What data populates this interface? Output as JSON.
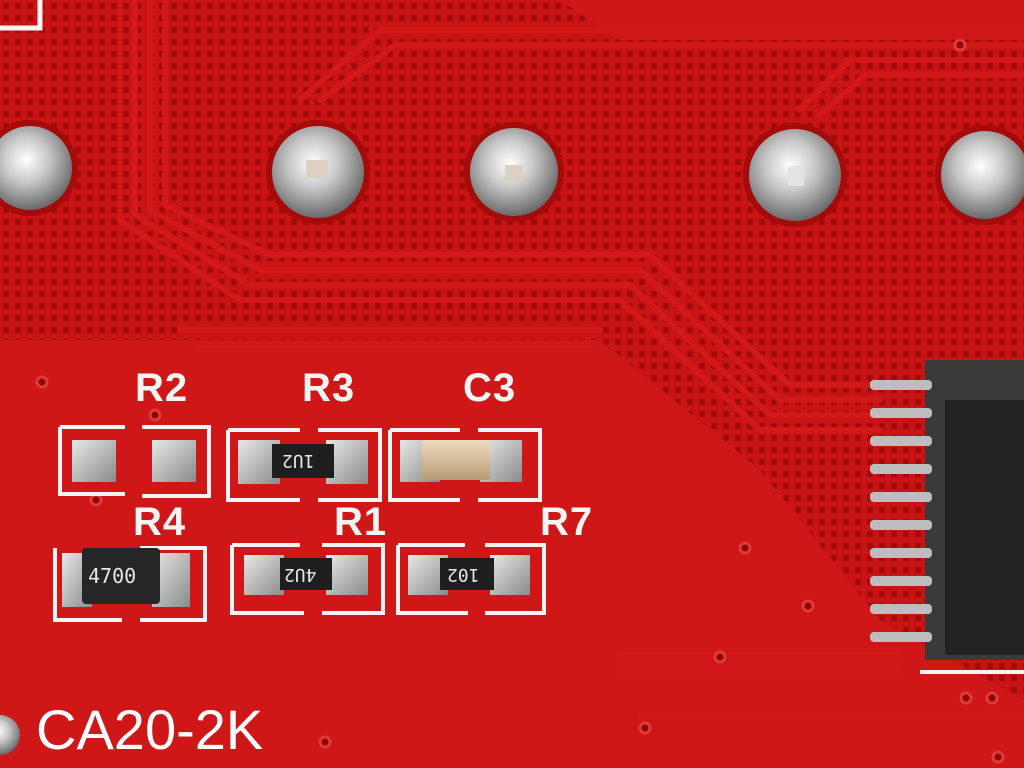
{
  "photo": {
    "subject": "red printed circuit board close-up with SMD components",
    "colors": {
      "board": "#c81414",
      "board_dark": "#a40c0c",
      "silkscreen": "#f4f4f4",
      "solder": "#c9c9c9",
      "resistor_body": "#1e1e1e",
      "capacitor_body": "#d9c3a3",
      "ic_body": "#222222"
    }
  },
  "silkscreen": {
    "r2": "R2",
    "r3": "R3",
    "c3": "C3",
    "r4": "R4",
    "r1": "R1",
    "r7": "R7"
  },
  "component_markings": {
    "r3": "1U2",
    "r4": "4700",
    "r1": "4U2",
    "r7": "102"
  },
  "caption": "CA20-2K"
}
